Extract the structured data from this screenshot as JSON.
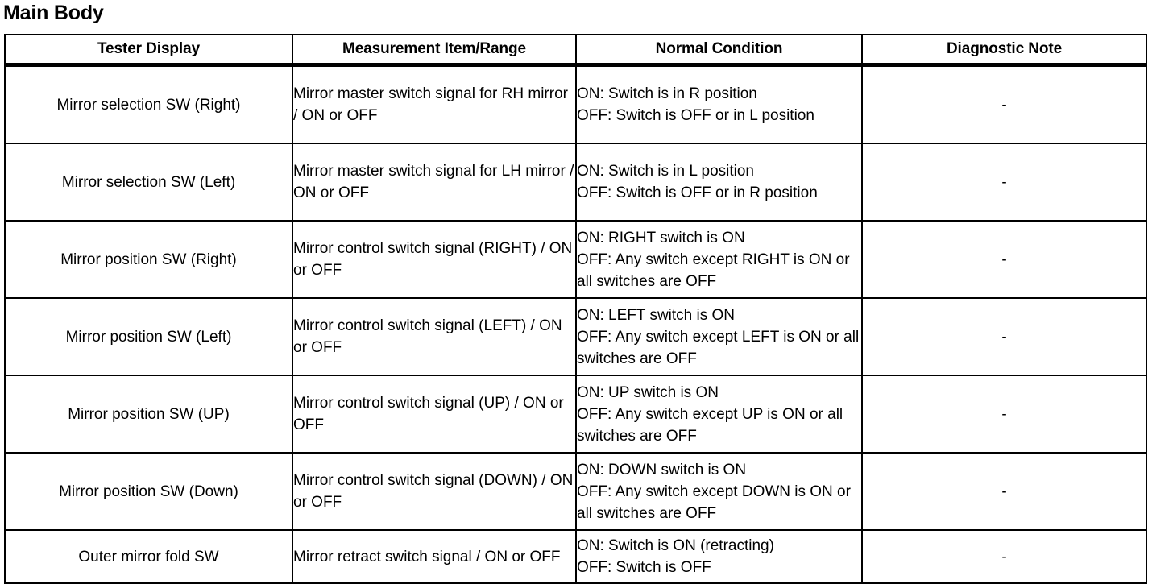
{
  "page": {
    "heading": "Main Body"
  },
  "table": {
    "columns": [
      {
        "key": "tester_display",
        "label": "Tester Display"
      },
      {
        "key": "measurement_item_range",
        "label": "Measurement Item/Range"
      },
      {
        "key": "normal_condition",
        "label": "Normal Condition"
      },
      {
        "key": "diagnostic_note",
        "label": "Diagnostic Note"
      }
    ],
    "rows": [
      {
        "tester_display": "Mirror selection SW (Right)",
        "measurement_item_range": "Mirror master switch signal for RH mirror / ON or OFF",
        "normal_condition": "ON: Switch is in R position\nOFF: Switch is OFF or in L position",
        "diagnostic_note": "-"
      },
      {
        "tester_display": "Mirror selection SW (Left)",
        "measurement_item_range": "Mirror master switch signal for LH mirror / ON or OFF",
        "normal_condition": "ON: Switch is in L position\nOFF: Switch is OFF or in R position",
        "diagnostic_note": "-"
      },
      {
        "tester_display": "Mirror position SW (Right)",
        "measurement_item_range": "Mirror control switch signal (RIGHT) / ON or OFF",
        "normal_condition": "ON: RIGHT switch is ON\nOFF: Any switch except RIGHT is ON or all switches are OFF",
        "diagnostic_note": "-"
      },
      {
        "tester_display": "Mirror position SW (Left)",
        "measurement_item_range": "Mirror control switch signal (LEFT) / ON or OFF",
        "normal_condition": "ON: LEFT switch is ON\nOFF: Any switch except LEFT is ON or all switches are OFF",
        "diagnostic_note": "-"
      },
      {
        "tester_display": "Mirror position SW (UP)",
        "measurement_item_range": "Mirror control switch signal (UP) / ON or OFF",
        "normal_condition": "ON: UP switch is ON\nOFF: Any switch except UP is ON or all switches are OFF",
        "diagnostic_note": "-"
      },
      {
        "tester_display": "Mirror position SW (Down)",
        "measurement_item_range": "Mirror control switch signal (DOWN) / ON or OFF",
        "normal_condition": "ON: DOWN switch is ON\nOFF: Any switch except DOWN is ON or all switches are OFF",
        "diagnostic_note": "-"
      },
      {
        "tester_display": "Outer mirror fold SW",
        "measurement_item_range": "Mirror retract switch signal / ON or OFF",
        "normal_condition": "ON: Switch is ON (retracting)\nOFF: Switch is OFF",
        "diagnostic_note": "-"
      }
    ]
  },
  "colors": {
    "text": "#000000",
    "border": "#000000",
    "background": "#ffffff"
  }
}
